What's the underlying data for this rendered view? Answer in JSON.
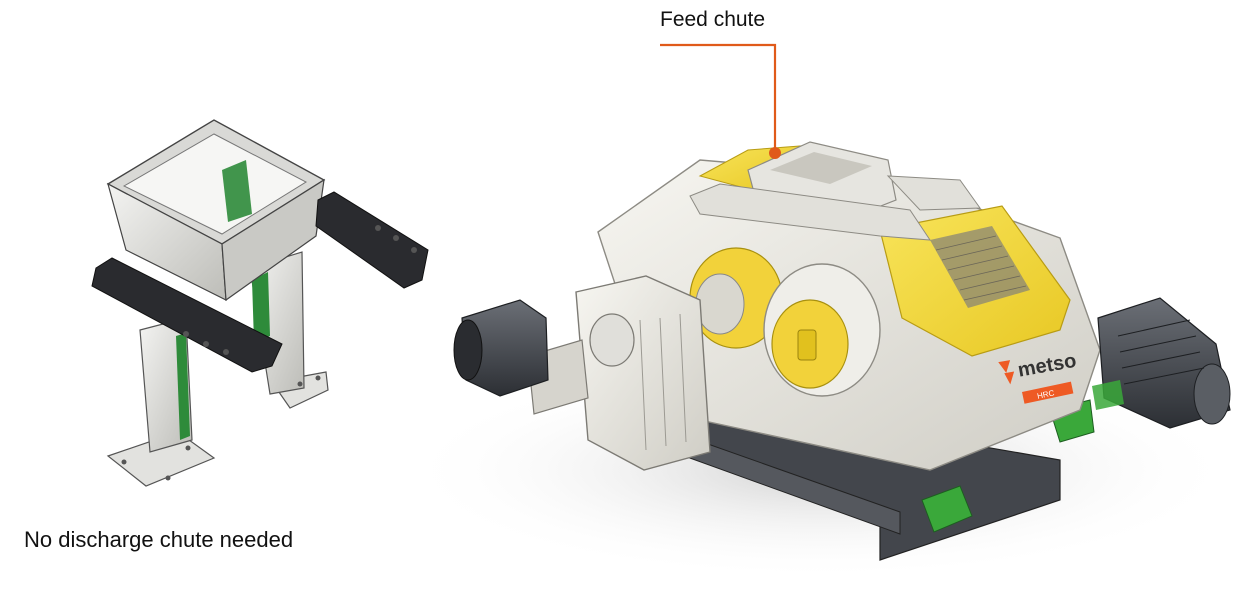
{
  "labels": {
    "feed_chute": "Feed chute",
    "no_discharge": "No discharge chute needed"
  },
  "brand": {
    "logo_text": "metso",
    "plate_text": "HRC"
  },
  "colors": {
    "callout": "#e05a1a",
    "brand_orange": "#ee5a24",
    "yellow_panel": "#f2da3a",
    "green_accent": "#3aa83a",
    "body_white": "#ecebe6",
    "steel_dark": "#3b3e44"
  }
}
